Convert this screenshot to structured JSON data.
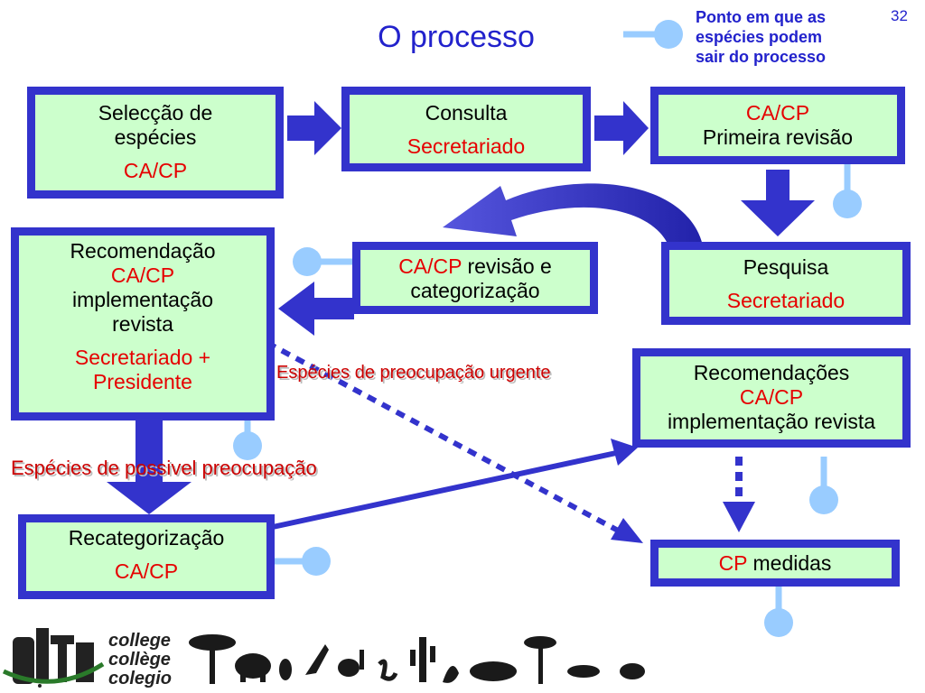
{
  "title": "O processo",
  "page_number": "32",
  "legend": {
    "line1": "Ponto em que as",
    "line2": "espécies podem",
    "line3": "sair do processo"
  },
  "boxes": {
    "seleccao": {
      "line1": "Selecção de",
      "line2": "espécies",
      "line3": "CA/CP"
    },
    "consulta": {
      "line1": "Consulta",
      "line2": "Secretariado"
    },
    "primeira": {
      "line1": "CA/CP",
      "line2": "Primeira revisão"
    },
    "recomendacao": {
      "line1": "Recomendação",
      "line2": "CA/CP",
      "line3": "implementação",
      "line4": "revista",
      "line5": "Secretariado +",
      "line6": "Presidente"
    },
    "revisao": {
      "red": "CA/CP",
      "black": " revisão e",
      "line2": "categorização"
    },
    "pesquisa": {
      "line1": "Pesquisa",
      "line2": "Secretariado"
    },
    "recomendacoes": {
      "line1": "Recomendações",
      "line2": "CA/CP",
      "line3": "implementação revista"
    },
    "recategorizacao": {
      "line1": "Recategorização",
      "line2": "CA/CP"
    },
    "medidas": {
      "red": "CP",
      "black": " medidas"
    }
  },
  "labels": {
    "urgente": "Espécies de preocupação urgente",
    "possivel": "Espécies de possivel preocupação"
  },
  "logo": {
    "line1": "college",
    "line2": "collège",
    "line3": "colegio"
  },
  "colors": {
    "box_border": "#3333cc",
    "box_fill": "#ccffcc",
    "accent_red": "#e60000",
    "title_blue": "#2222cc",
    "exit_dot": "#99ccff"
  },
  "icons": [
    "cites-logo",
    "wildlife-silhouettes"
  ]
}
